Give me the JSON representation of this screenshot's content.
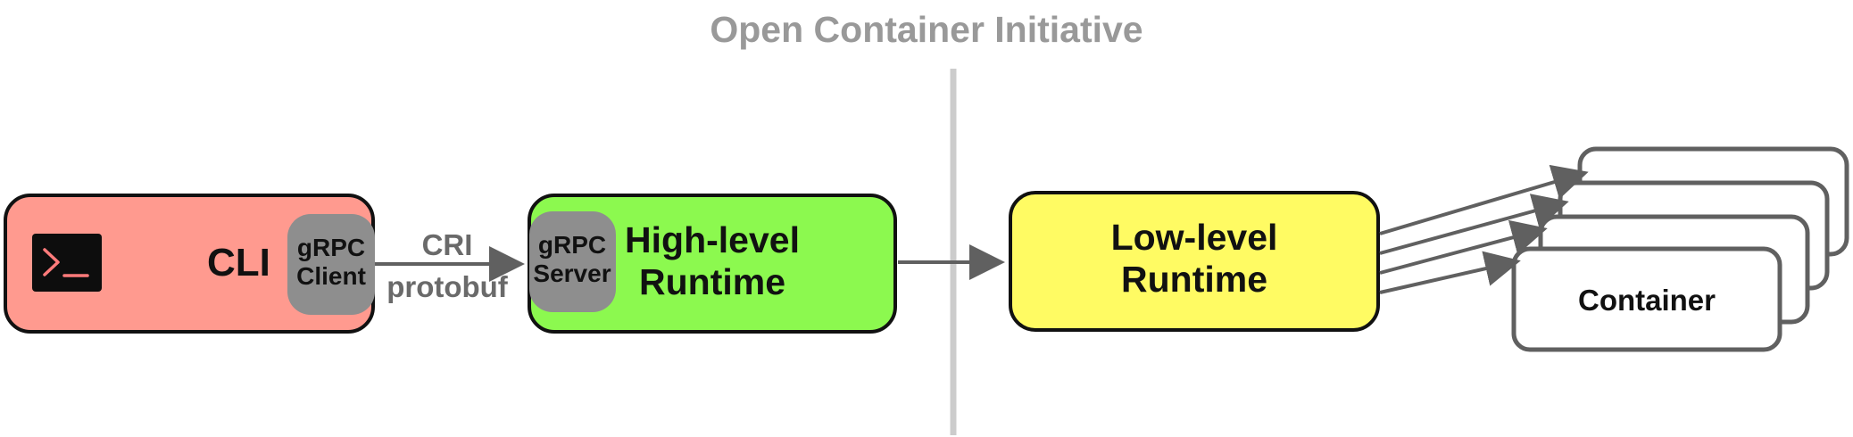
{
  "title": "Open Container Initiative",
  "cli": {
    "label": "CLI",
    "terminal_icon": "terminal-icon",
    "grpc_client": {
      "line1": "gRPC",
      "line2": "Client"
    }
  },
  "cri": {
    "line1": "CRI",
    "line2": "protobuf"
  },
  "high_level": {
    "line1": "High-level",
    "line2": "Runtime",
    "grpc_server": {
      "line1": "gRPC",
      "line2": "Server"
    }
  },
  "low_level": {
    "line1": "Low-level",
    "line2": "Runtime"
  },
  "containers": {
    "label": "Container",
    "count": 4
  },
  "colors": {
    "cli_fill": "#ff9a8f",
    "high_level_fill": "#8cf94f",
    "low_level_fill": "#fffb63",
    "grpc_fill": "#8e8e8e",
    "arrow": "#606060",
    "divider": "#cccccc",
    "title": "#999999"
  }
}
